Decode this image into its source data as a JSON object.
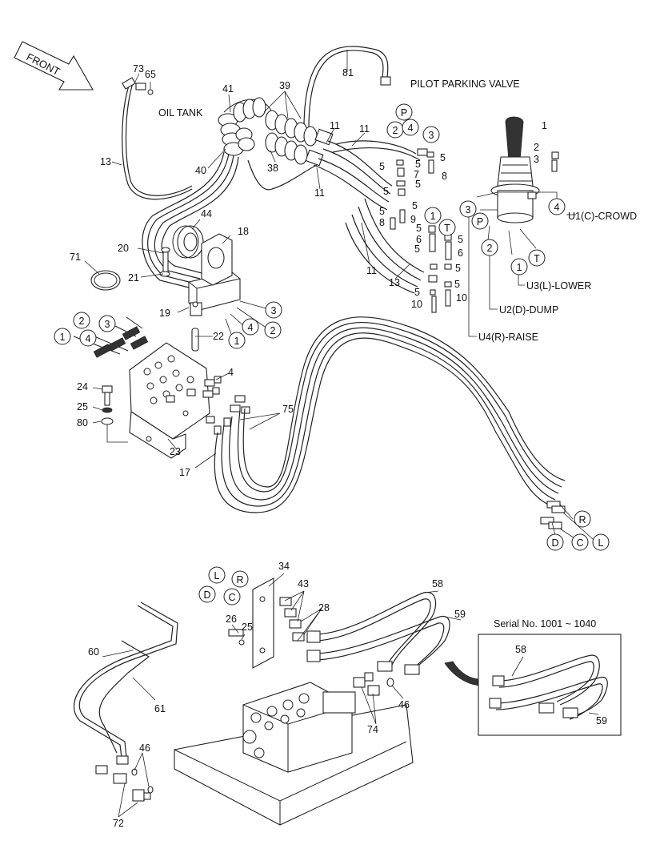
{
  "direction_arrow": {
    "label": "FRONT"
  },
  "titles": {
    "oil_tank": "OIL TANK",
    "pilot_parking_valve": "PILOT PARKING VALVE",
    "serial_note": "Serial No. 1001 ~ 1040"
  },
  "port_labels": {
    "u1": "U1(C)-CROWD",
    "u2": "U2(D)-DUMP",
    "u3": "U3(L)-LOWER",
    "u4": "U4(R)-RAISE"
  },
  "circled": {
    "P": "P",
    "T": "T",
    "R": "R",
    "L": "L",
    "C": "C",
    "D": "D",
    "n1": "1",
    "n2": "2",
    "n3": "3",
    "n4": "4"
  },
  "parts": {
    "p1": "1",
    "p2": "2",
    "p3": "3",
    "p4": "4",
    "p5": "5",
    "p6": "6",
    "p7": "7",
    "p8": "8",
    "p9": "9",
    "p10": "10",
    "p11": "11",
    "p13": "13",
    "p17": "17",
    "p18": "18",
    "p19": "19",
    "p20": "20",
    "p21": "21",
    "p22": "22",
    "p23": "23",
    "p24": "24",
    "p25": "25",
    "p26": "26",
    "p28": "28",
    "p34": "34",
    "p38": "38",
    "p39": "39",
    "p40": "40",
    "p41": "41",
    "p43": "43",
    "p44": "44",
    "p46": "46",
    "p58": "58",
    "p59": "59",
    "p60": "60",
    "p61": "61",
    "p65": "65",
    "p71": "71",
    "p72": "72",
    "p73": "73",
    "p74": "74",
    "p75": "75",
    "p80": "80",
    "p81": "81"
  }
}
